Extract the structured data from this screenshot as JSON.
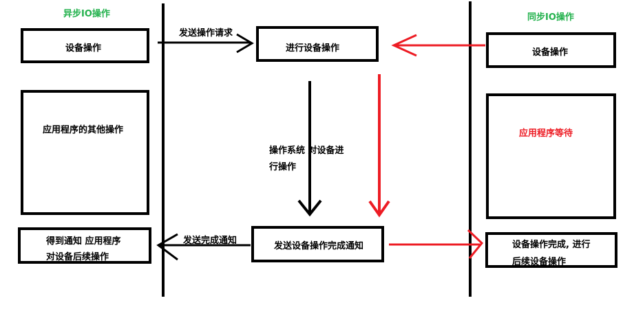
{
  "colors": {
    "header": "#22b14c",
    "sync_flow": "#ed1c24",
    "line": "#000000"
  },
  "headers": {
    "async": "异步IO操作",
    "sync": "同步IO操作"
  },
  "left": {
    "device_op": "设备操作",
    "other_ops": "应用程序的其他操作",
    "notified_line1": "得到通知 应用程序",
    "notified_line2": "对设备后续操作"
  },
  "center": {
    "doing_op": "进行设备操作",
    "send_complete": "发送设备操作完成通知",
    "os_note_line1": "操作系统  对设备进",
    "os_note_line2": "行操作"
  },
  "right": {
    "device_op": "设备操作",
    "app_waiting": "应用程序等待",
    "done_line1": "设备操作完成, 进行",
    "done_line2": "后续设备操作"
  },
  "arrows": {
    "send_request": "发送操作请求",
    "send_done_notice": "发送完成通知"
  }
}
